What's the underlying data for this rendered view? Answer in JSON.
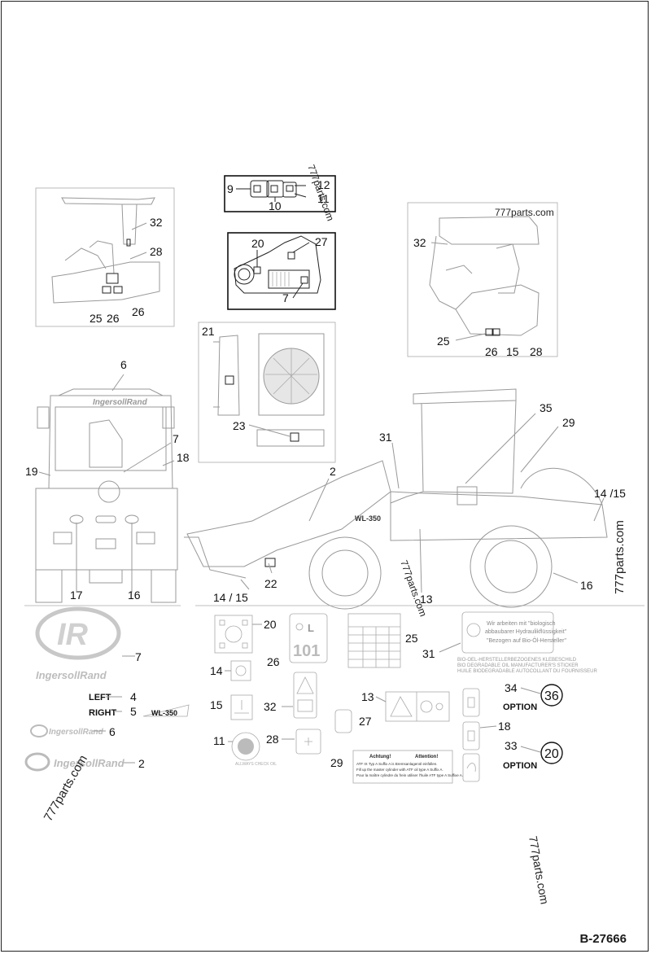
{
  "drawing_code": "B-27666",
  "watermarks": [
    "777parts.com",
    "777parts.com",
    "777parts.com",
    "777parts.com",
    "777parts.com",
    "777parts.com"
  ],
  "callouts": {
    "c9": "9",
    "c10": "10",
    "c11": "11",
    "c12": "12",
    "c20a": "20",
    "c27a": "27",
    "c7a": "7",
    "c32a": "32",
    "c28a": "28",
    "c25a": "25",
    "c26a": "26",
    "c26b": "26",
    "c32b": "32",
    "c25b": "25",
    "c26c": "26",
    "c15a": "15",
    "c28b": "28",
    "c21": "21",
    "c23": "23",
    "c6a": "6",
    "c7b": "7",
    "c18a": "18",
    "c19": "19",
    "c17": "17",
    "c16a": "16",
    "c31a": "31",
    "c2a": "2",
    "c35": "35",
    "c29a": "29",
    "c1415a": "14 /15",
    "c22": "22",
    "c1415b": "14 / 15",
    "c13a": "13",
    "c16b": "16",
    "c20b": "20",
    "c26d": "26",
    "c25c": "25",
    "c31b": "31",
    "c14": "14",
    "c15b": "15",
    "c32c": "32",
    "c13b": "13",
    "c27b": "27",
    "c11b": "11",
    "c28c": "28",
    "c29b": "29",
    "c7c": "7",
    "c4": "4",
    "c5": "5",
    "c6b": "6",
    "c2b": "2",
    "c34": "34",
    "c36": "36",
    "c18b": "18",
    "c33": "33",
    "c20c": "20"
  },
  "labels": {
    "left": "LEFT",
    "right": "RIGHT",
    "model": "WL-350",
    "model_machine": "WL-350",
    "option1": "OPTION",
    "option2": "OPTION",
    "brand": "IngersollRand",
    "brand_logo": "IR",
    "sticker_101": "101",
    "sticker_l": "L",
    "decal_bio_1": "Wir arbeiten mit \"biologisch",
    "decal_bio_2": "abbaubarer Hydraulikflüssigkeit\"",
    "decal_bio_3": "\"Bezogen auf Bio-Öl-Hersteller\"",
    "bio_caption_1": "BIO-OEL-HERSTELLERBEZOGENES KLEBESCHILD",
    "bio_caption_2": "BIO DEGRADABLE OIL MANUFACTURER'S STICKER",
    "bio_caption_3": "HUILE BIODEGRADABLE AUTOCOLLANT DU FOURNISSEUR",
    "achtung": "Achtung!",
    "attention": "Attention!",
    "atf_1": "ATF IX Typ A Suffix A is Bremsanlagenöl einfüllen.",
    "atf_2": "Fill up the master cylinder with ATF oil type A Suffix A.",
    "atf_3": "Pour la maître cylindre du frein utiliser l'huile ATF type A Suffixe A.",
    "oil_hint": "ALLWAYS CHECK OIL"
  }
}
